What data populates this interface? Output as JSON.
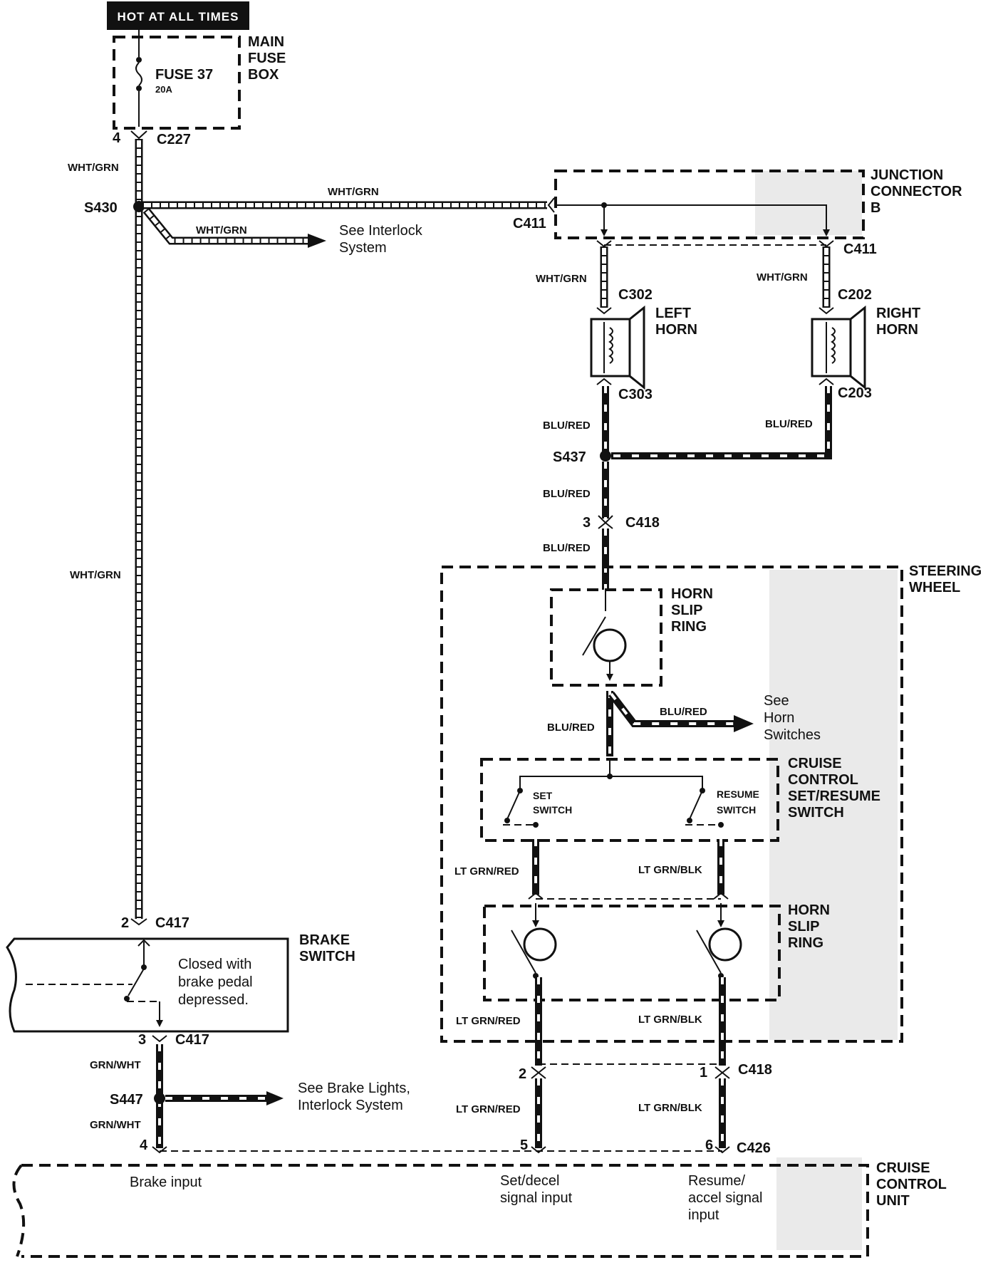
{
  "header": {
    "power_label": "HOT AT ALL TIMES"
  },
  "fuse_box": {
    "title_lines": [
      "MAIN",
      "FUSE",
      "BOX"
    ],
    "fuse_name": "FUSE 37",
    "fuse_rating": "20A"
  },
  "connectors": {
    "c227": "C227",
    "c227_pin": "4",
    "c411": "C411",
    "c302": "C302",
    "c303": "C303",
    "c202": "C202",
    "c203": "C203",
    "c418": "C418",
    "c418_pin_3": "3",
    "c418_pin_2": "2",
    "c418_pin_1": "1",
    "c417": "C417",
    "c417_pin_2": "2",
    "c417_pin_3": "3",
    "c426": "C426",
    "c426_pin_4": "4",
    "c426_pin_5": "5",
    "c426_pin_6": "6"
  },
  "splices": {
    "s430": "S430",
    "s437": "S437",
    "s447": "S447"
  },
  "wires": {
    "wht_grn": "WHT/GRN",
    "blu_red": "BLU/RED",
    "lt_grn_red": "LT GRN/RED",
    "lt_grn_blk": "LT GRN/BLK",
    "grn_wht": "GRN/WHT"
  },
  "junction": {
    "title_lines": [
      "JUNCTION",
      "CONNECTOR",
      "B"
    ]
  },
  "horns": {
    "left_lines": [
      "LEFT",
      "HORN"
    ],
    "right_lines": [
      "RIGHT",
      "HORN"
    ]
  },
  "steering_wheel": {
    "title_lines": [
      "STEERING",
      "WHEEL"
    ]
  },
  "slip_ring": {
    "title_lines": [
      "HORN",
      "SLIP",
      "RING"
    ]
  },
  "cruise_switch": {
    "title_lines": [
      "CRUISE",
      "CONTROL",
      "SET/RESUME",
      "SWITCH"
    ],
    "set_lines": [
      "SET",
      "SWITCH"
    ],
    "resume_lines": [
      "RESUME",
      "SWITCH"
    ]
  },
  "references": {
    "interlock_lines": [
      "See Interlock",
      "System"
    ],
    "horn_switches_lines": [
      "See",
      "Horn",
      "Switches"
    ],
    "brake_lights_lines": [
      "See Brake Lights,",
      "Interlock System"
    ]
  },
  "brake_switch": {
    "title_lines": [
      "BRAKE",
      "SWITCH"
    ],
    "note_lines": [
      "Closed with",
      "brake pedal",
      "depressed."
    ]
  },
  "cruise_unit": {
    "title_lines": [
      "CRUISE",
      "CONTROL",
      "UNIT"
    ],
    "brake_input": "Brake input",
    "set_input_lines": [
      "Set/decel",
      "signal input"
    ],
    "resume_input_lines": [
      "Resume/",
      "accel signal",
      "input"
    ]
  }
}
